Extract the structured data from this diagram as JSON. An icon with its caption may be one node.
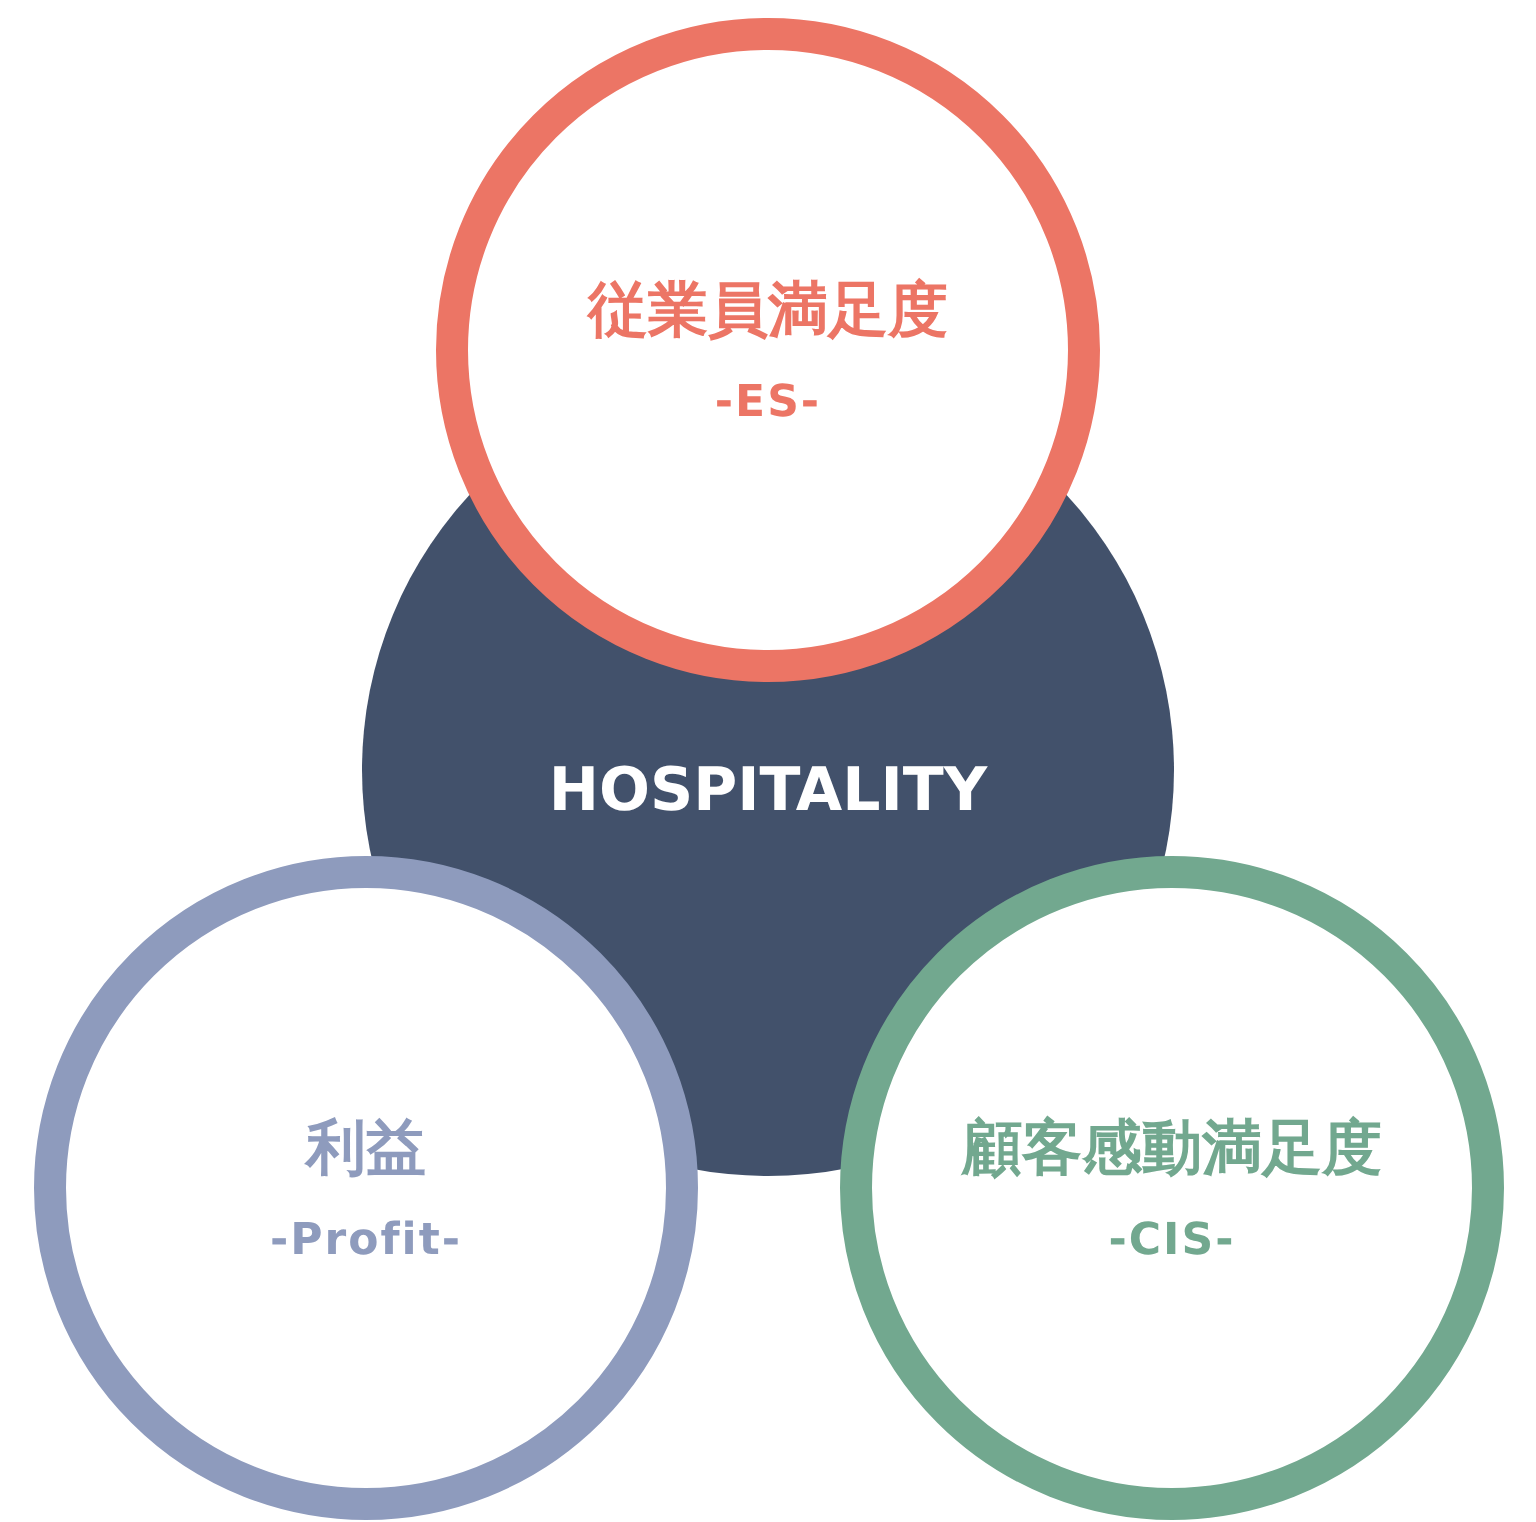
{
  "diagram": {
    "nodes": [
      {
        "text": [
          "従業員満足度",
          "-ES-"
        ]
      },
      {
        "text": [
          "HOSPITALITY"
        ]
      },
      {
        "text": [
          "利益",
          "-Profit-"
        ]
      },
      {
        "text": [
          "顧客感動満足度",
          "-CIS-"
        ]
      }
    ]
  }
}
